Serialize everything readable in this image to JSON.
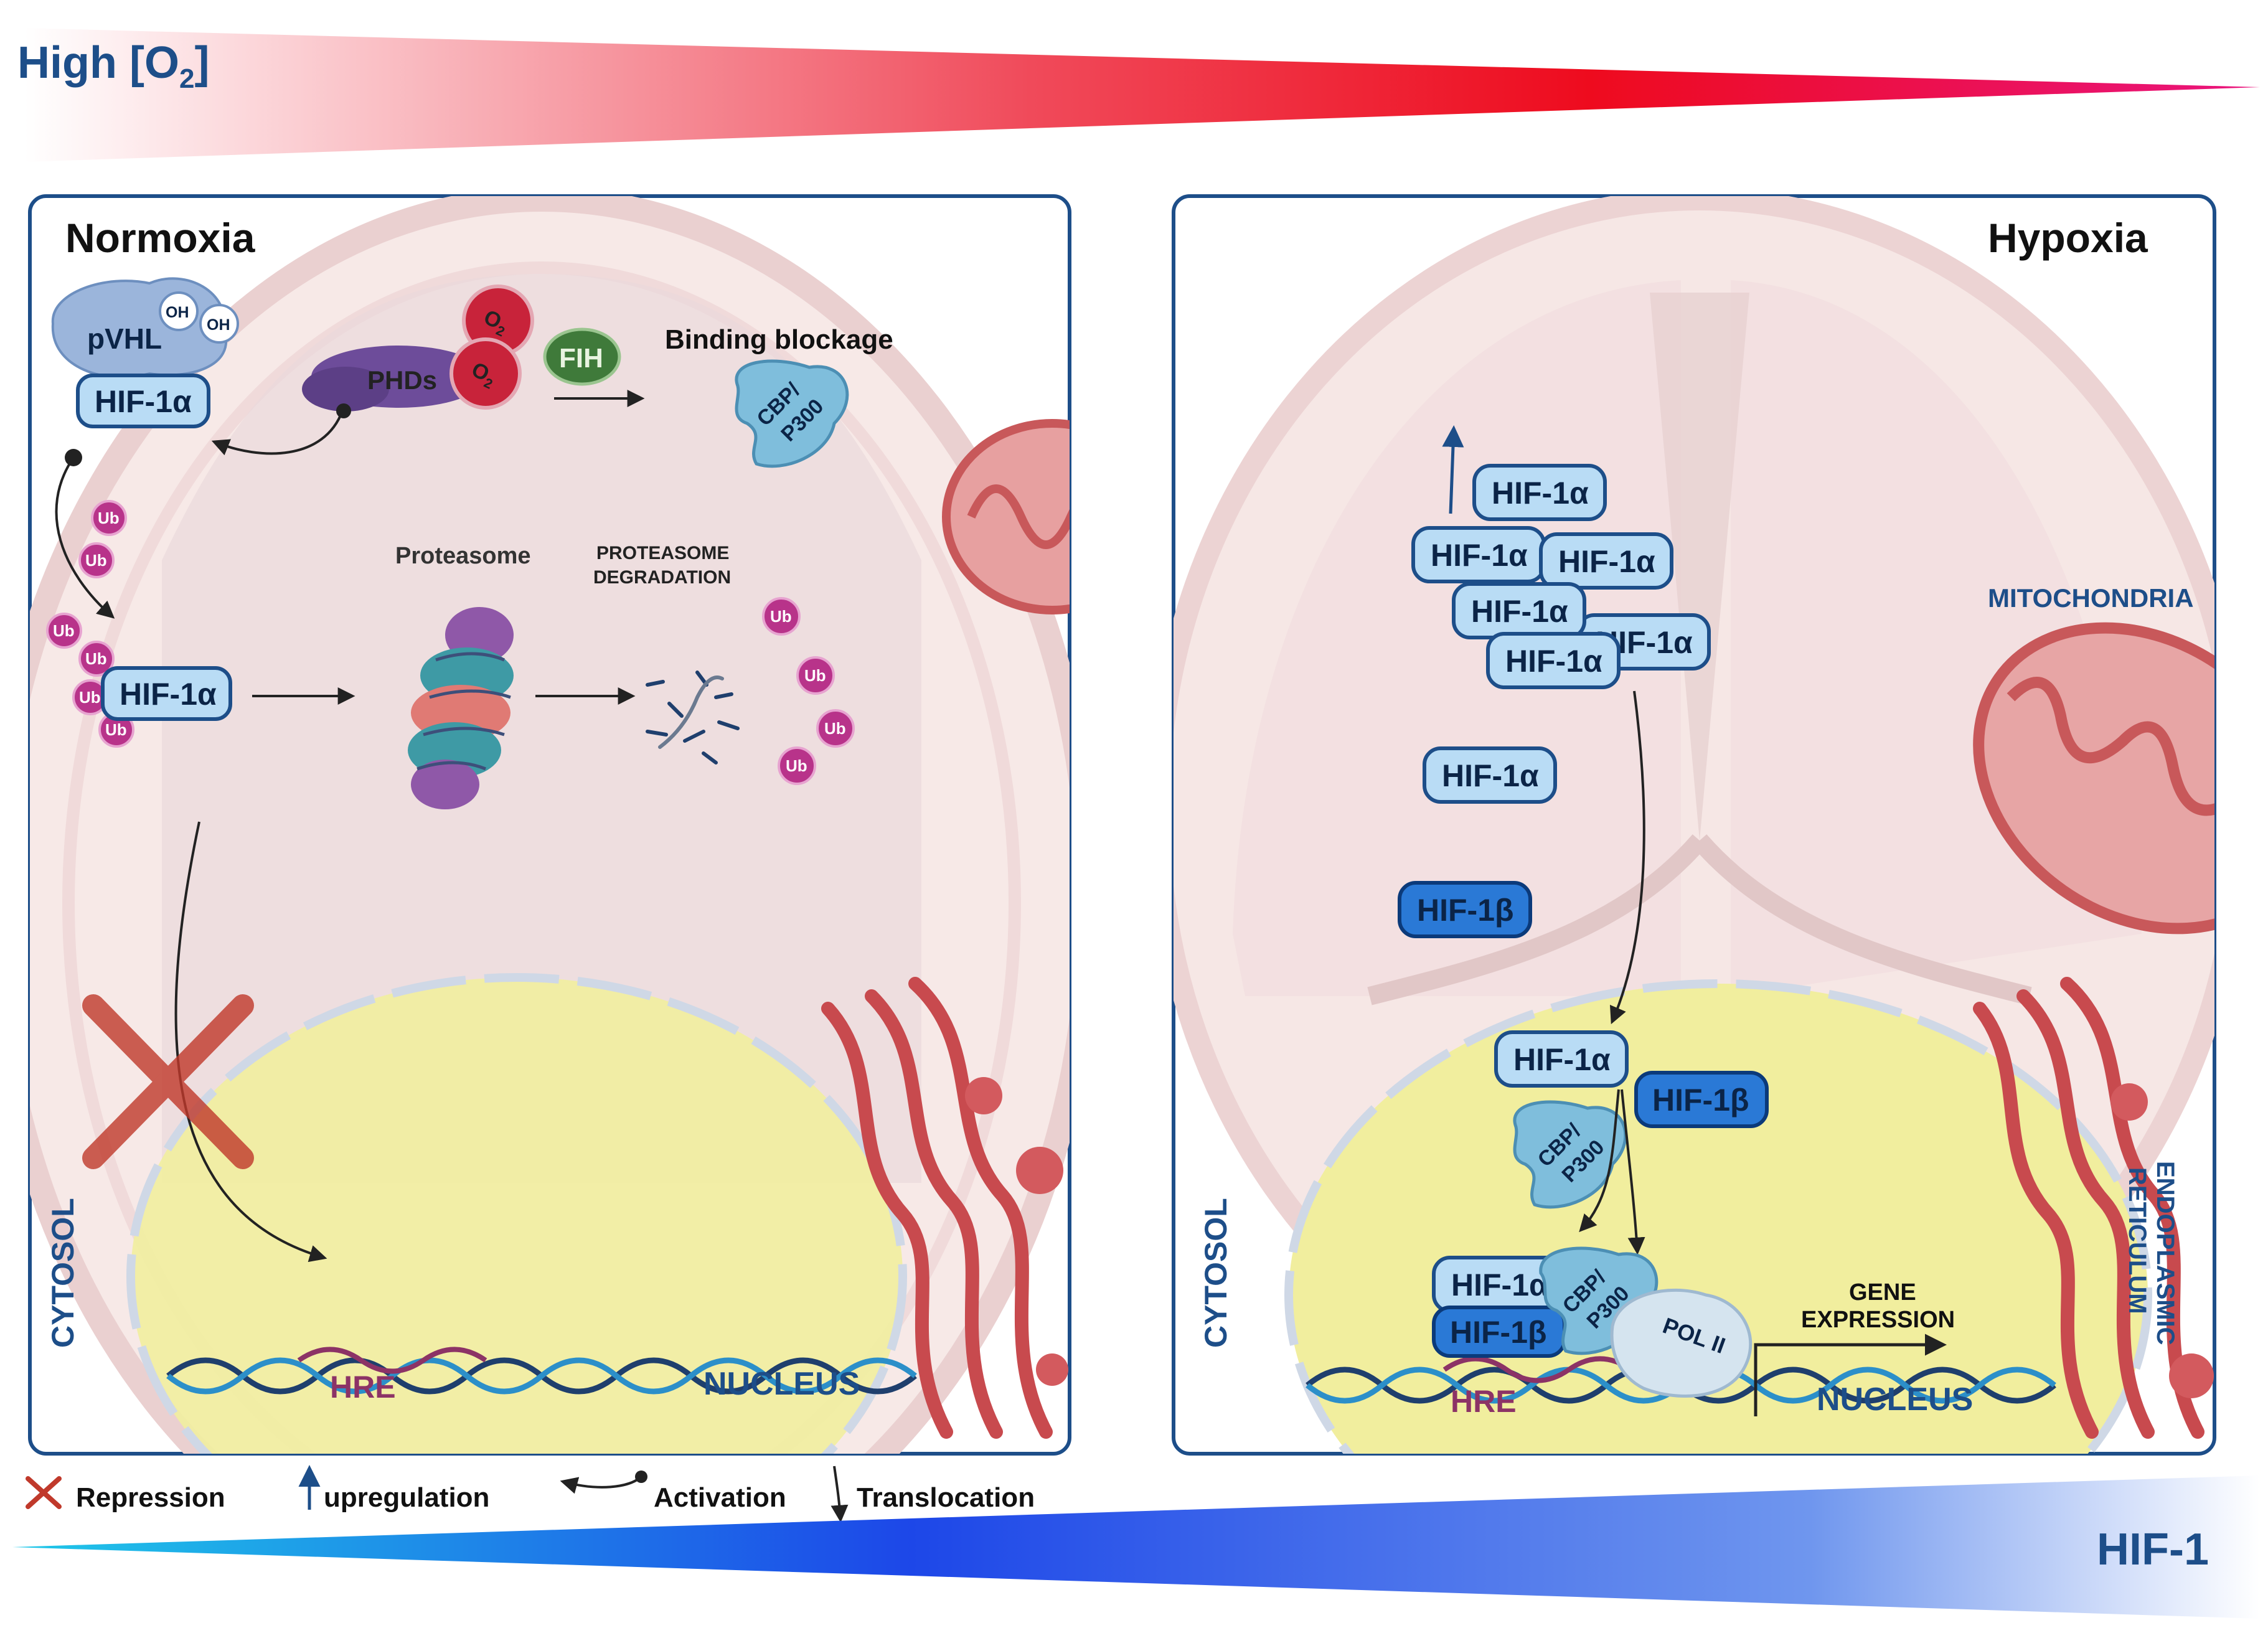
{
  "header": {
    "gradient_label": "High [O",
    "gradient_label_sub": "2",
    "gradient_label_end": "]",
    "bottom_gradient_label": "HIF-1"
  },
  "colors": {
    "panel_border": "#1d4e89",
    "title_blue": "#1d4e89",
    "hif_alpha": "#b9dcf5",
    "hif_beta": "#2a79d6",
    "ubiquitin": "#b8338a",
    "oxygen": "#c8233a",
    "phds": "#6d4c9a",
    "fih": "#3f7a3a",
    "cbp": "#7fbedc",
    "nucleus": "#f1ee9e",
    "mitochondria": "#c8585a",
    "er": "#c84a4e",
    "repression": "#c0392b"
  },
  "normoxia": {
    "title": "Normoxia",
    "pvhl": "pVHL",
    "oh": "OH",
    "hif1a": "HIF-1α",
    "phds": "PHDs",
    "o2": "O",
    "o2_sub": "2",
    "fih": "FIH",
    "binding_blockage": "Binding blockage",
    "cbp_line1": "CBP/",
    "cbp_line2": "P300",
    "proteasome": "Proteasome",
    "proteasome_degradation_line1": "PROTEASOME",
    "proteasome_degradation_line2": "DEGRADATION",
    "ub": "Ub",
    "cytosol": "CYTOSOL",
    "hre": "HRE",
    "nucleus": "NUCLEUS"
  },
  "hypoxia": {
    "title": "Hypoxia",
    "hif1a": "HIF-1α",
    "hif1b": "HIF-1β",
    "mitochondria": "MITOCHONDRIA",
    "cbp_line1": "CBP/",
    "cbp_line2": "P300",
    "pol2": "POL II",
    "gene_expression_line1": "GENE",
    "gene_expression_line2": "EXPRESSION",
    "cytosol": "CYTOSOL",
    "hre": "HRE",
    "nucleus": "NUCLEUS",
    "er_line1": "ENDOPLASMIC",
    "er_line2": "RETICULUM"
  },
  "legend": {
    "repression": "Repression",
    "upregulation": "upregulation",
    "activation": "Activation",
    "translocation": "Translocation"
  }
}
